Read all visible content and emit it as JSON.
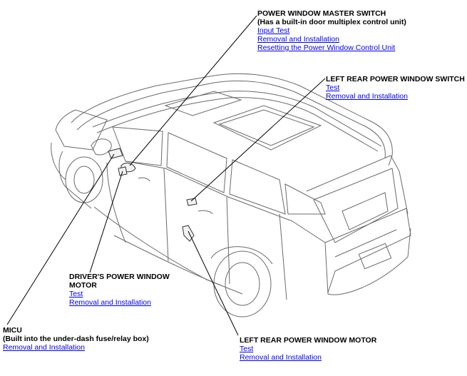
{
  "callouts": {
    "master_switch": {
      "title": "POWER WINDOW MASTER SWITCH",
      "subtitle": "(Has a built-in door multiplex control unit)",
      "links": [
        "Input Test",
        "Removal and Installation",
        "Resetting the Power Window Control Unit"
      ]
    },
    "left_rear_switch": {
      "title": "LEFT REAR POWER WINDOW SWITCH",
      "links": [
        "Test",
        "Removal and Installation"
      ]
    },
    "driver_motor": {
      "title_line1": "DRIVER'S POWER WINDOW",
      "title_line2": "MOTOR",
      "links": [
        "Test",
        "Removal and Installation"
      ]
    },
    "micu": {
      "title": "MICU",
      "subtitle": "(Built into the under-dash fuse/relay box)",
      "links": [
        "Removal and Installation"
      ]
    },
    "left_rear_motor": {
      "title": "LEFT REAR POWER WINDOW MOTOR",
      "links": [
        "Test",
        "Removal and Installation"
      ]
    }
  }
}
